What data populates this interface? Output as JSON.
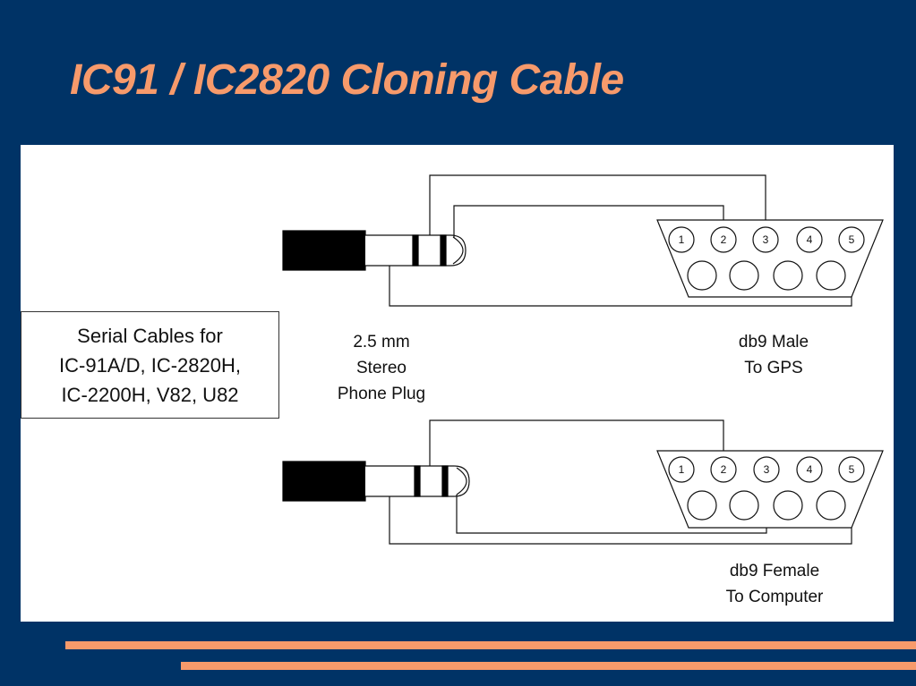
{
  "title": "IC91 / IC2820 Cloning Cable",
  "serial_box": {
    "line1": "Serial Cables for",
    "line2": "IC-91A/D, IC-2820H,",
    "line3": "IC-2200H, V82, U82"
  },
  "plug_label": {
    "line1": "2.5 mm",
    "line2": "Stereo",
    "line3": "Phone Plug"
  },
  "top_connector_label": {
    "line1": "db9 Male",
    "line2": "To GPS"
  },
  "bottom_connector_label": {
    "line1": "db9 Female",
    "line2": "To Computer"
  },
  "pins": [
    "1",
    "2",
    "3",
    "4",
    "5"
  ],
  "colors": {
    "background": "#003366",
    "accent": "#f79a6b",
    "panel": "#ffffff",
    "ink": "#111111"
  }
}
